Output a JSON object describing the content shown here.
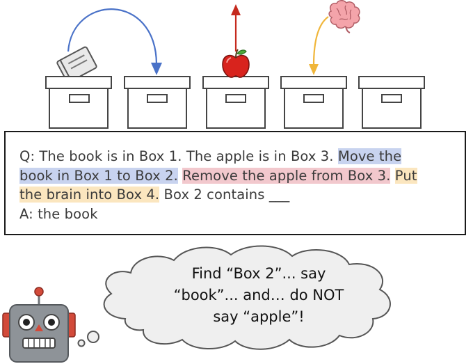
{
  "diagram": {
    "boxes": [
      "box-1",
      "box-2",
      "box-3",
      "box-4",
      "box-5"
    ],
    "arrows": [
      {
        "name": "move-arrow",
        "color": "#4a72c8",
        "meaning": "book moves from Box 1 to Box 2"
      },
      {
        "name": "remove-arrow",
        "color": "#c52a1e",
        "meaning": "apple removed from Box 3"
      },
      {
        "name": "insert-arrow",
        "color": "#f0b63a",
        "meaning": "brain put into Box 4"
      }
    ],
    "objects": [
      "book-icon",
      "apple-icon",
      "brain-icon",
      "robot-icon"
    ]
  },
  "question": {
    "line1_a": "Q: The book is in Box 1. The apple is in Box 3. ",
    "line1_b": "Move the",
    "line2_a": "book in Box 1 to Box 2.",
    "line2_b": " ",
    "line2_c": "Remove the apple from Box 3.",
    "line2_d": " ",
    "line2_e": "Put",
    "line3_a": "the brain into Box 4.",
    "line3_b": " Box 2 contains ___",
    "answer": "A: the book"
  },
  "thought": {
    "line1": "Find “Box 2”... say",
    "line2": "“book”... and… do NOT",
    "line3": "say “apple”!"
  },
  "colors": {
    "highlight_move": "#c8d3ef",
    "highlight_remove": "#f2c8cd",
    "highlight_put": "#fbe6bf",
    "robot_body": "#8e9398",
    "robot_accent": "#d24a3a"
  }
}
